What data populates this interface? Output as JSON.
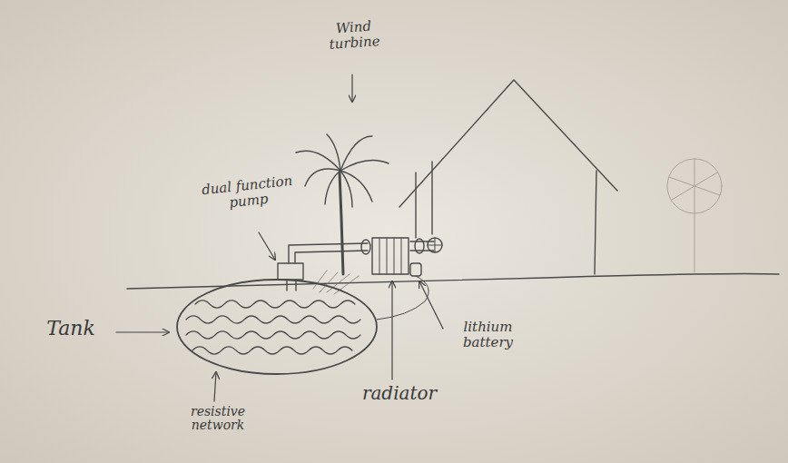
{
  "diagram": {
    "labels": [
      "Wind turbine",
      "dual function pump",
      "Tank",
      "resistive network",
      "lithium battery",
      "radiator"
    ]
  }
}
